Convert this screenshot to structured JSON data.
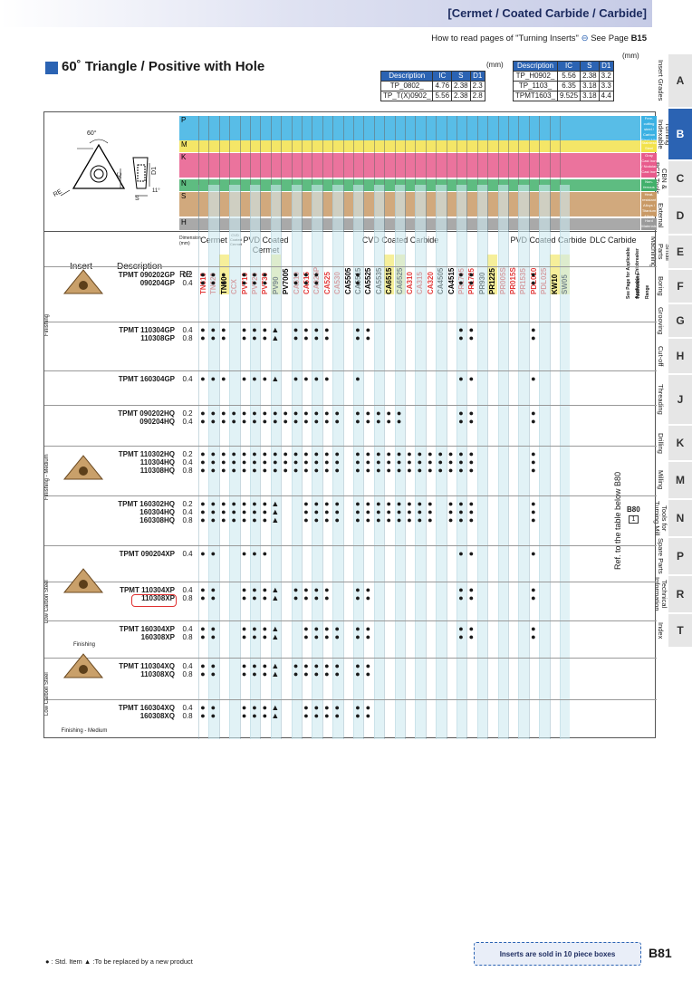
{
  "header": {
    "title": "[Cermet / Coated Carbide / Carbide]",
    "howto": "How to read pages of \"Turning Inserts\" ",
    "see": "See Page ",
    "see_page": "B15"
  },
  "section": {
    "title": "60˚ Triangle / Positive with Hole"
  },
  "dims": {
    "unit": "(mm)",
    "t1": {
      "head": [
        "Description",
        "IC",
        "S",
        "D1"
      ],
      "rows": [
        [
          "TP_0802_",
          "4.76",
          "2.38",
          "2.3"
        ],
        [
          "TP_T(X)0902_",
          "5.56",
          "2.38",
          "2.8"
        ]
      ]
    },
    "t2": {
      "head": [
        "Description",
        "IC",
        "S",
        "D1"
      ],
      "rows": [
        [
          "TP_H0902_",
          "5.56",
          "2.38",
          "3.2"
        ],
        [
          "TP_1103_",
          "6.35",
          "3.18",
          "3.3"
        ],
        [
          "TPMT1603_",
          "9.525",
          "3.18",
          "4.4"
        ]
      ]
    }
  },
  "iso": [
    {
      "code": "P",
      "color": "#3bb1e3",
      "label": "Free-cutting steel / Carbon Steel/Alloy Steel"
    },
    {
      "code": "M",
      "color": "#f2e24c",
      "label": "Stainless Steel"
    },
    {
      "code": "K",
      "color": "#e85b8c",
      "label": "Gray Cast Iron / Nodular Cast Iron"
    },
    {
      "code": "N",
      "color": "#42b06b",
      "label": "Non-ferrous Metals"
    },
    {
      "code": "S",
      "color": "#c99a66",
      "label": "Heat-resistant Alloys / Titanium Alloys"
    },
    {
      "code": "H",
      "color": "#9a9a9a",
      "label": "Hard Materials"
    }
  ],
  "table": {
    "insert_label": "Insert",
    "desc_label": "Description",
    "re_label": "RE",
    "dim_label": "Dimension (mm)",
    "groups": [
      "Cermet",
      "CVD Coated Cermet",
      "PVD Coated Cermet",
      "CVD Coated Carbide",
      "PVD Coated Carbide",
      "DLC",
      "Carbide"
    ],
    "grades": [
      "TN610",
      "TN620",
      "TN60",
      "CCX",
      "PV710",
      "PV720",
      "PV730",
      "PV90",
      "PV7005",
      "CA510",
      "CA515",
      "CA025P",
      "CA525",
      "CA530",
      "CA5505",
      "CA5515",
      "CA5525",
      "CA5535",
      "CA6515",
      "CA6525",
      "CA310",
      "CA315",
      "CA320",
      "CA4505",
      "CA4515",
      "PR1705",
      "PR1725",
      "PR930",
      "PR1225",
      "PR005S",
      "PR015S",
      "PR1535",
      "PDL010",
      "PDL025",
      "KW10",
      "SW05"
    ],
    "right_headers": [
      "See Page for Applicable Toolholders",
      "Applicable Chipbreaker Range"
    ],
    "ref": "Ref. to the table below B80",
    "ref_page": "B80",
    "ref_num": "1",
    "rows": [
      {
        "desc": [
          "TPMT 090202GP",
          "090204GP"
        ],
        "re": [
          "0.2",
          "0.4"
        ]
      },
      {
        "desc": [
          "TPMT 110304GP",
          "110308GP"
        ],
        "re": [
          "0.4",
          "0.8"
        ]
      },
      {
        "desc": [
          "TPMT 160304GP"
        ],
        "re": [
          "0.4"
        ]
      },
      {
        "desc": [
          "TPMT 090202HQ",
          "090204HQ"
        ],
        "re": [
          "0.2",
          "0.4"
        ]
      },
      {
        "desc": [
          "TPMT 110302HQ",
          "110304HQ",
          "110308HQ"
        ],
        "re": [
          "0.2",
          "0.4",
          "0.8"
        ]
      },
      {
        "desc": [
          "TPMT 160302HQ",
          "160304HQ",
          "160308HQ"
        ],
        "re": [
          "0.2",
          "0.4",
          "0.8"
        ]
      },
      {
        "desc": [
          "TPMT 090204XP"
        ],
        "re": [
          "0.4"
        ]
      },
      {
        "desc": [
          "TPMT 110304XP",
          "110308XP"
        ],
        "re": [
          "0.4",
          "0.8"
        ]
      },
      {
        "desc": [
          "TPMT 160304XP",
          "160308XP"
        ],
        "re": [
          "0.4",
          "0.8"
        ]
      },
      {
        "desc": [
          "TPMT 110304XQ",
          "110308XQ"
        ],
        "re": [
          "0.4",
          "0.8"
        ]
      },
      {
        "desc": [
          "TPMT 160304XQ",
          "160308XQ"
        ],
        "re": [
          "0.4",
          "0.8"
        ]
      }
    ],
    "side": [
      "Finishing",
      "Finishing - Medium",
      "Low Carbon Steel",
      "Finishing",
      "Low Carbon Steel",
      "Finishing - Medium"
    ]
  },
  "drawing": {
    "angle": "60°",
    "ic": "IC",
    "d1": "D1",
    "re": "RE",
    "s": "S",
    "angle2": "11°"
  },
  "tabs": [
    {
      "l": "A",
      "t": "Insert Grades"
    },
    {
      "l": "B",
      "t": "Turning Indexable Inserts"
    },
    {
      "l": "C",
      "t": "CBN & PCD Tools"
    },
    {
      "l": "D",
      "t": "External"
    },
    {
      "l": "E",
      "t": "Small Parts Machining"
    },
    {
      "l": "F",
      "t": "Boring"
    },
    {
      "l": "G",
      "t": "Grooving"
    },
    {
      "l": "H",
      "t": "Cut-off"
    },
    {
      "l": "J",
      "t": "Threading"
    },
    {
      "l": "K",
      "t": "Drilling"
    },
    {
      "l": "M",
      "t": "Milling"
    },
    {
      "l": "N",
      "t": "Tools for Turning Mill"
    },
    {
      "l": "P",
      "t": "Spare Parts"
    },
    {
      "l": "R",
      "t": "Technical Information"
    },
    {
      "l": "T",
      "t": "Index"
    }
  ],
  "footer": {
    "legend": "● : Std. Item   ▲ :To be replaced by a new product",
    "sold": "Inserts are sold in 10 piece boxes",
    "page": "B81"
  },
  "colors": {
    "accent": "#2b63b3"
  }
}
